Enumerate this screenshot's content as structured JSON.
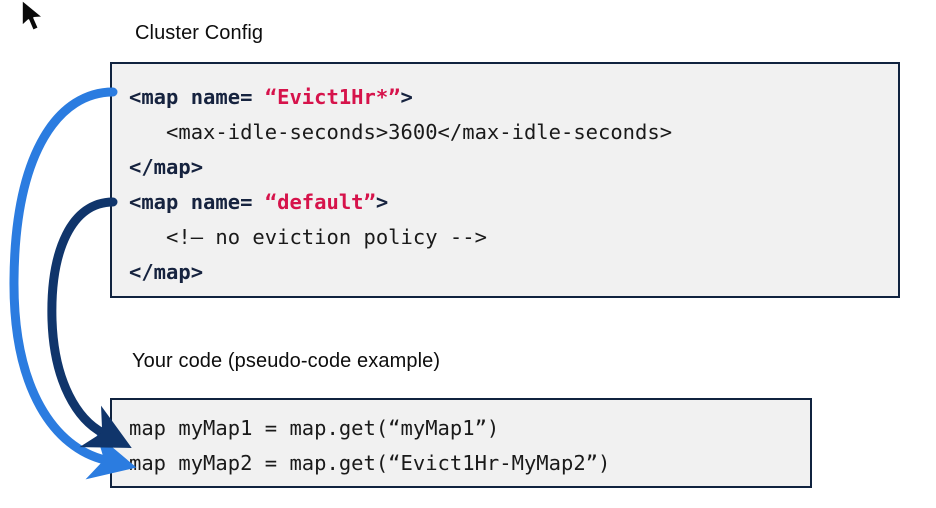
{
  "page": {
    "background_color": "#ffffff",
    "cursor_icon": "mouse-pointer-icon"
  },
  "sections": {
    "cluster_config": {
      "caption": "Cluster Config",
      "code_lines": [
        [
          {
            "text": "<map name= ",
            "type": "tag"
          },
          {
            "text": "“Evict1Hr*”",
            "type": "string"
          },
          {
            "text": ">",
            "type": "tag"
          }
        ],
        [
          {
            "text": "   <max-idle-seconds>3600</max-idle-seconds>",
            "type": "plain"
          }
        ],
        [
          {
            "text": "</map>",
            "type": "tag"
          }
        ],
        [
          {
            "text": "<map name= ",
            "type": "tag"
          },
          {
            "text": "“default”",
            "type": "string"
          },
          {
            "text": ">",
            "type": "tag"
          }
        ],
        [
          {
            "text": "   <!– no eviction policy -->",
            "type": "plain"
          }
        ],
        [
          {
            "text": "</map>",
            "type": "tag"
          }
        ]
      ]
    },
    "your_code": {
      "caption": "Your code (pseudo-code example)",
      "code_lines": [
        [
          {
            "text": "map myMap1 = map.get(“myMap1”)",
            "type": "plain"
          }
        ],
        [
          {
            "text": "map myMap2 = map.get(“Evict1Hr-MyMap2”)",
            "type": "plain"
          }
        ]
      ]
    }
  },
  "arrows": [
    {
      "name": "evict1hr-mapping-arrow",
      "color": "#2b7ce0",
      "from": "cluster-config line 1 (Evict1Hr*)",
      "to": "your-code line 2 (Evict1Hr-MyMap2)"
    },
    {
      "name": "default-mapping-arrow",
      "color": "#10356b",
      "from": "cluster-config line 4 (default)",
      "to": "your-code line 1 (myMap1)"
    }
  ],
  "colors": {
    "code_background": "#f1f1f1",
    "code_border": "#10233f",
    "tag_text": "#16233f",
    "string_text": "#d6134b",
    "plain_text": "#1a1a1a",
    "arrow_light_blue": "#2b7ce0",
    "arrow_dark_navy": "#10356b"
  }
}
